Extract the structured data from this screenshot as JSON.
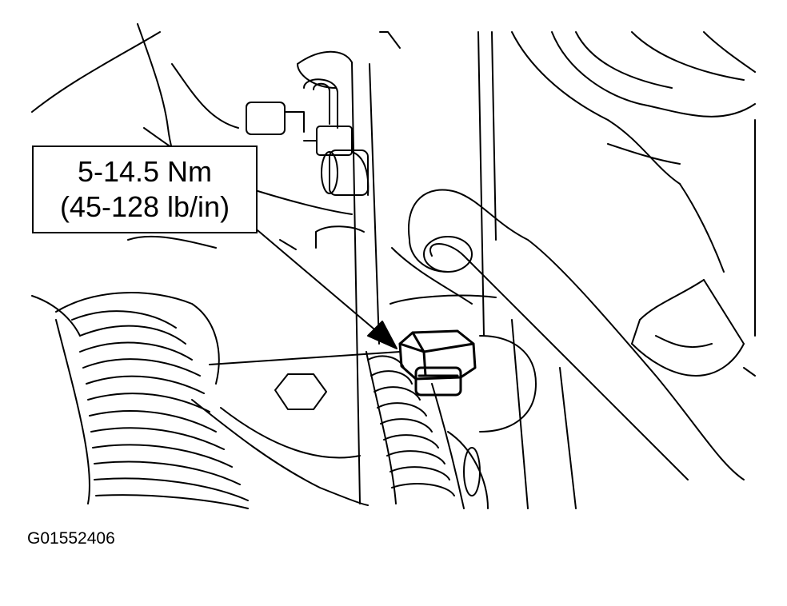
{
  "callout": {
    "line1": "5-14.5 Nm",
    "line2": "(45-128 lb/in)"
  },
  "figure_id": "G01552406",
  "colors": {
    "ink": "#000000",
    "paper": "#ffffff"
  }
}
